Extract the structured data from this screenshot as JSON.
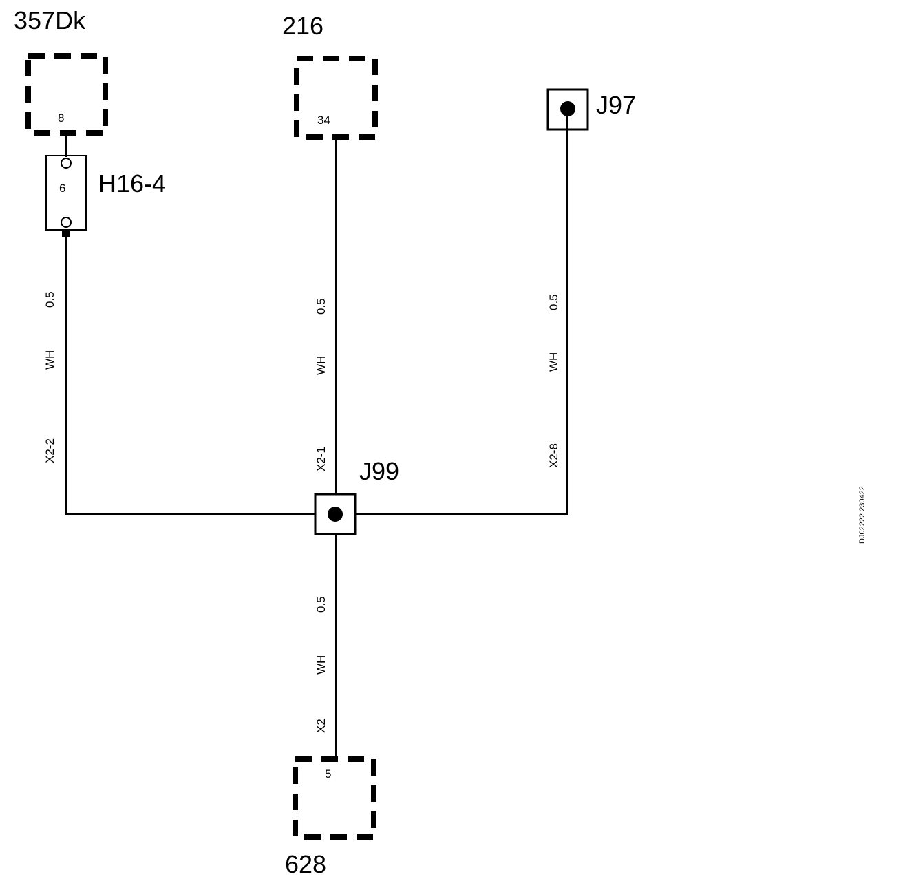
{
  "components": {
    "c357": {
      "label": "357Dk",
      "pin": "8"
    },
    "c216": {
      "label": "216",
      "pin": "34"
    },
    "c628": {
      "label": "628",
      "pin": "5"
    },
    "h16": {
      "label": "H16-4",
      "pin": "6"
    },
    "j97": {
      "label": "J97"
    },
    "j99": {
      "label": "J99"
    }
  },
  "wires": {
    "left": {
      "size": "0.5",
      "color": "WH",
      "id": "X2-2"
    },
    "middle": {
      "size": "0.5",
      "color": "WH",
      "id": "X2-1"
    },
    "right": {
      "size": "0.5",
      "color": "WH",
      "id": "X2-8"
    },
    "bottom": {
      "size": "0.5",
      "color": "WH",
      "id": "X2"
    }
  },
  "doc_id": "DJ02222 230422"
}
